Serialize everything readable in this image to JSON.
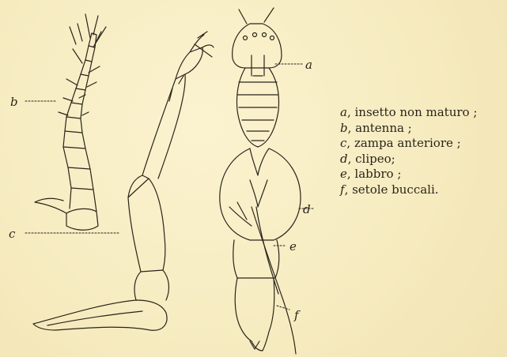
{
  "labels": {
    "a": "a",
    "b": "b",
    "c": "c",
    "d": "d",
    "e": "e",
    "f": "f"
  },
  "legend": [
    {
      "key": "a",
      "text": ", insetto non maturo ;"
    },
    {
      "key": "b",
      "text": ", antenna ;"
    },
    {
      "key": "c",
      "text": ", zampa anteriore ;"
    },
    {
      "key": "d",
      "text": ", clipeo;"
    },
    {
      "key": "e",
      "text": ", labbro ;"
    },
    {
      "key": "f",
      "text": ", setole buccali."
    }
  ],
  "colors": {
    "paper": "#f7edc2",
    "ink": "#2a241a"
  }
}
